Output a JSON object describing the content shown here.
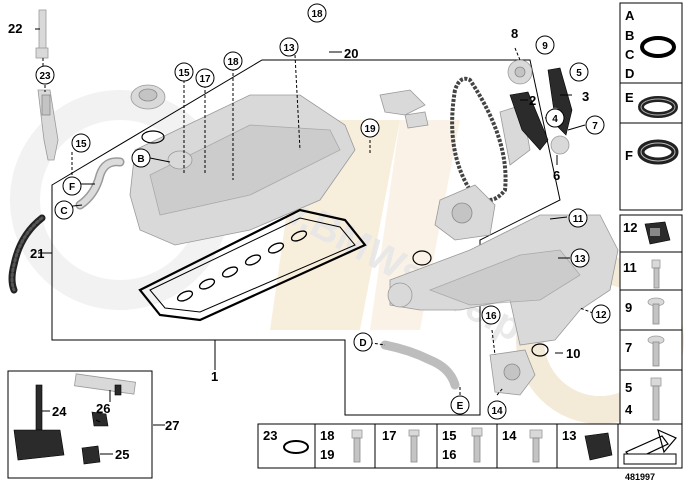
{
  "watermark": {
    "text": "www.BMWstore.pl",
    "color": "#f3e3c4"
  },
  "drawing_id": "481997",
  "callouts": {
    "p1": "1",
    "p2": "2",
    "p3": "3",
    "p4": "4",
    "p5": "5",
    "p6": "6",
    "p7": "7",
    "p8": "8",
    "p9": "9",
    "p11": "11",
    "p12": "12",
    "p13a": "13",
    "p13b": "13",
    "p14": "14",
    "p15a": "15",
    "p15b": "15",
    "p16": "16",
    "p17": "17",
    "p18a": "18",
    "p18b": "18",
    "p19": "19",
    "p20": "20",
    "p21": "21",
    "p22": "22",
    "p23": "23",
    "p24": "24",
    "p25": "25",
    "p26": "26",
    "p27": "27",
    "p10": "10",
    "lB": "B",
    "lC": "C",
    "lD": "D",
    "lE": "E",
    "lF": "F"
  },
  "legend_right": {
    "seal_panel": {
      "a": "A",
      "b": "B",
      "c": "C",
      "d": "D",
      "e": "E",
      "f": "F"
    },
    "bolt_panels": [
      {
        "label": "12"
      },
      {
        "label": "11"
      },
      {
        "label": "9"
      },
      {
        "label": "7"
      },
      {
        "label_top": "5",
        "label_bottom": "4"
      }
    ]
  },
  "legend_bottom": {
    "cells": [
      {
        "label": "23"
      },
      {
        "label_top": "18",
        "label_bottom": "19"
      },
      {
        "label": "17"
      },
      {
        "label_top": "15",
        "label_bottom": "16"
      },
      {
        "label": "14"
      },
      {
        "label": "13"
      }
    ]
  }
}
